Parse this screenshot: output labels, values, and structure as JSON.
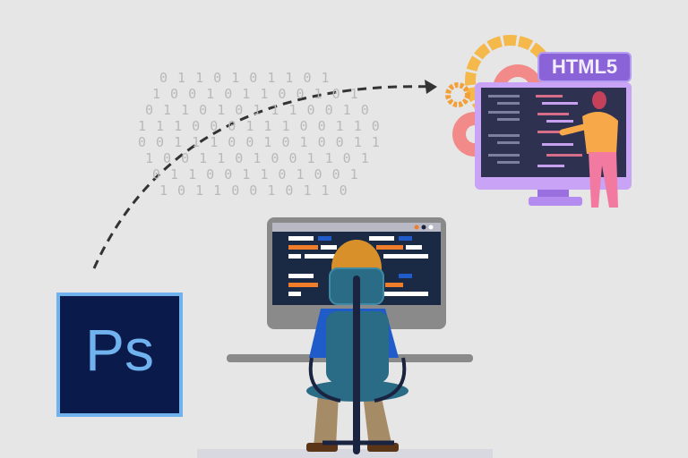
{
  "background": {
    "binary_rows": [
      "0 1 1 0 1 0 1 1 0 1",
      "1 0 0 1 0 1 1 0 0 1 0 1",
      "0 1 1 0 1 0 1 1 1 0 0 1 0",
      "1 1 1 0 0 0 1 1 1 0 0 1 1 0",
      "0 0 1 1 1 0 0 1 0 1 0 0 1 1",
      "1 0 0 1 1 0 1 0 0 1 1 0 1",
      "0 1 1 0 0 1 1 0 1 0 0 1",
      "1 0 1 1 0 0 1 0 1 1 0"
    ]
  },
  "ps_logo": {
    "label": "Ps",
    "colors": {
      "bg": "#0a1a4a",
      "accent": "#6fb2ee"
    }
  },
  "html5_badge": {
    "label": "HTML5",
    "color": "#8b63d8"
  }
}
